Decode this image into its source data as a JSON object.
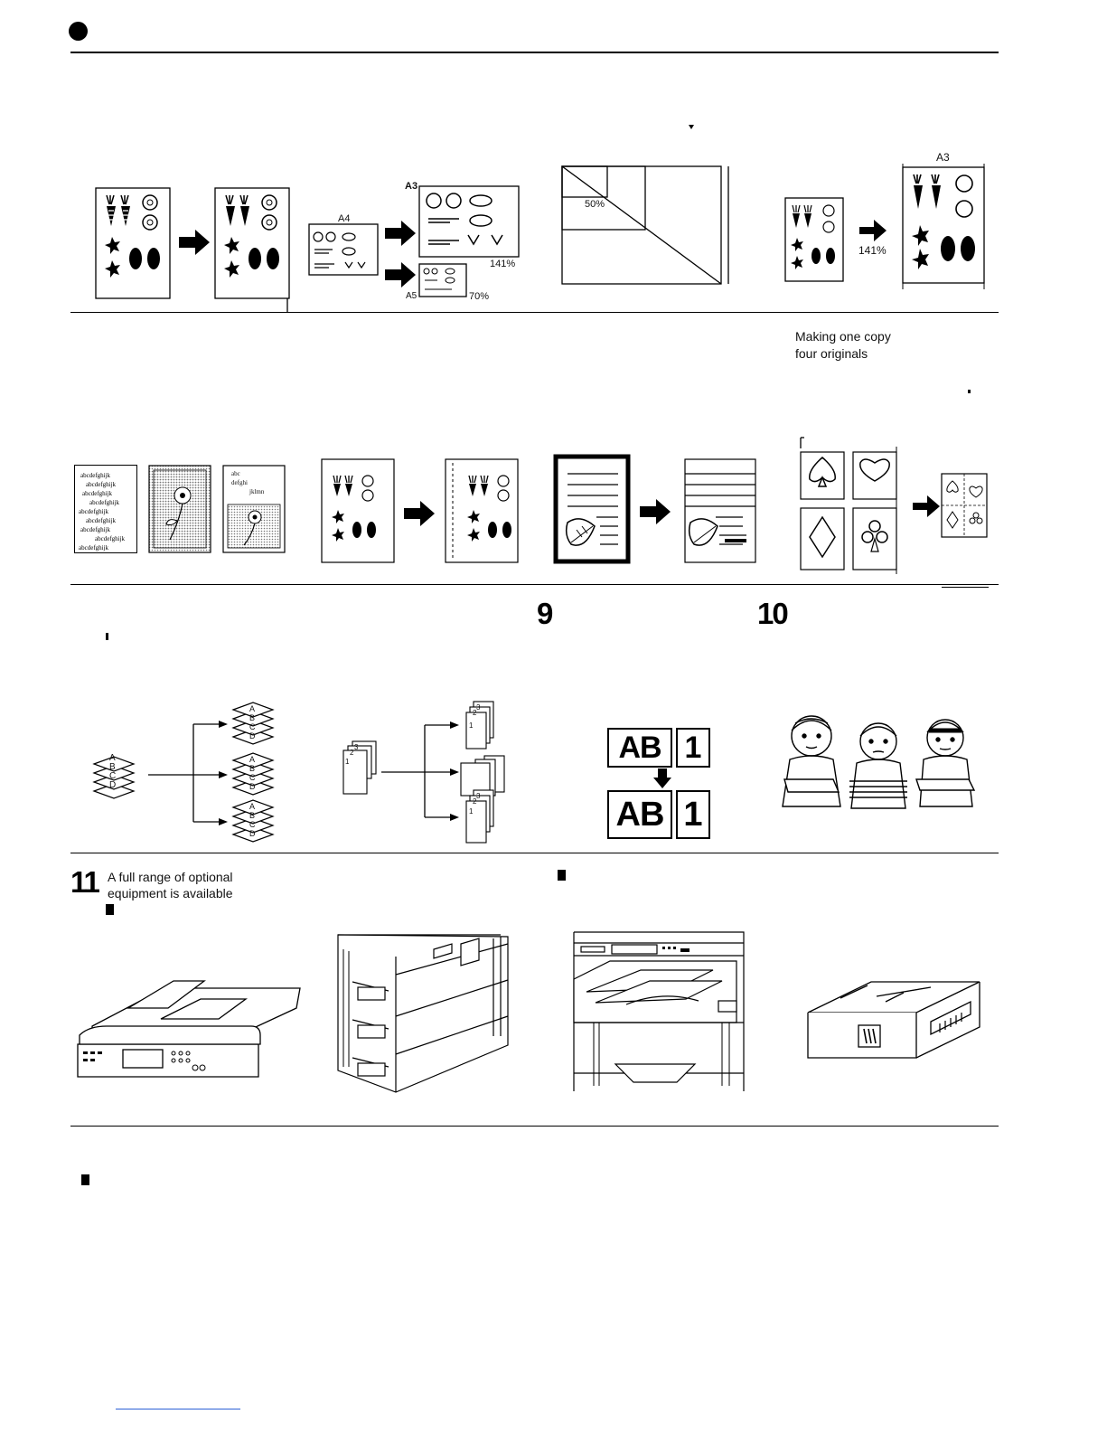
{
  "page": {
    "header_bullet": "filled-circle"
  },
  "row1": {
    "enlarge_top": "A3",
    "enlarge_small": "A4",
    "enlarge_pct": "141%",
    "reduce_small": "A5",
    "reduce_pct": "70%",
    "zoom_pct": "50%",
    "a3_label": "A3",
    "a3_pct": "141%"
  },
  "row2": {
    "combine_caption_line1": "Making one copy",
    "combine_caption_line2": "four originals",
    "text_lines": [
      "abcdefghijk",
      "abcdefghijk",
      "abcdefghijk",
      "abcdefghijk",
      "abcdefghijk",
      "abcdefghijk",
      "abcdefghijk",
      "abcdefghijk",
      "abcdefghijk"
    ],
    "mixed_lines": [
      "abc",
      "defghi",
      "jklmn"
    ]
  },
  "row3": {
    "item9_number": "9",
    "item10_number": "10",
    "stack_letters": [
      "A",
      "B",
      "C",
      "D"
    ],
    "page_numbers": [
      "1",
      "2",
      "3"
    ],
    "ab_text": "AB",
    "one_text": "1"
  },
  "row4": {
    "item11_number": "11",
    "item11_line1": "A full range of optional",
    "item11_line2": "equipment is available"
  }
}
